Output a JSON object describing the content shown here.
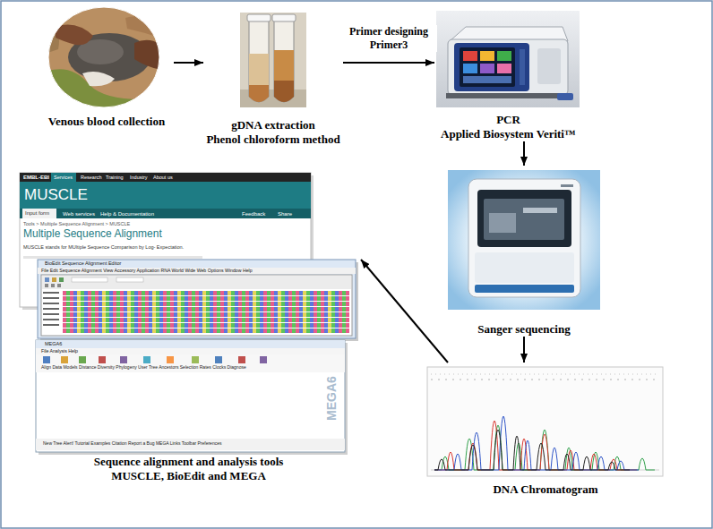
{
  "diagram": {
    "nodes": [
      {
        "text": [
          "Venous blood collection"
        ]
      },
      {
        "text": [
          "gDNA extraction",
          "Phenol chloroform method"
        ]
      },
      {
        "text": [
          "PCR",
          "Applied Biosystem Veriti™"
        ]
      },
      {
        "text": [
          "Sanger sequencing"
        ]
      },
      {
        "text": [
          "DNA Chromatogram"
        ]
      },
      {
        "text": [
          "Sequence alignment and analysis tools",
          "MUSCLE, BioEdit and MEGA"
        ]
      }
    ],
    "edges": [
      {
        "from": 0,
        "to": 1,
        "arrow": "to"
      },
      {
        "from": 1,
        "to": 2,
        "label": "Primer designing Primer3",
        "arrow": "to"
      },
      {
        "from": 2,
        "to": 3,
        "arrow": "to"
      },
      {
        "from": 3,
        "to": 4,
        "arrow": "to"
      },
      {
        "from": 4,
        "to": 5,
        "arrow": "to"
      }
    ],
    "labels": [
      "EMBL-EBI",
      "Services",
      "Research",
      "Training",
      "Industry",
      "About us",
      "MUSCLE",
      "Input form",
      "Web services",
      "Help & Documentation",
      "Feedback",
      "Share",
      "Tools > Multiple Sequence Alignment > MUSCLE",
      "Multiple Sequence Alignment",
      "MUSCLE stands for MUltiple Sequence Comparison by Log- Expectation.",
      "BioEdit Sequence Alignment Editor",
      "File Edit Sequence Alignment View Accessory Application RNA World Wide Web Options Window Help",
      "MEGA6",
      "File Analysis Help",
      "Align Data Models Distance Diversity Phylogeny User Tree Ancestors Selection Rates Clocks Diagnose",
      "MEGA6",
      "New Tree Alert! Tutorial Examples Citation Report a Bug MEGA Links Toolbar Preferences"
    ]
  }
}
